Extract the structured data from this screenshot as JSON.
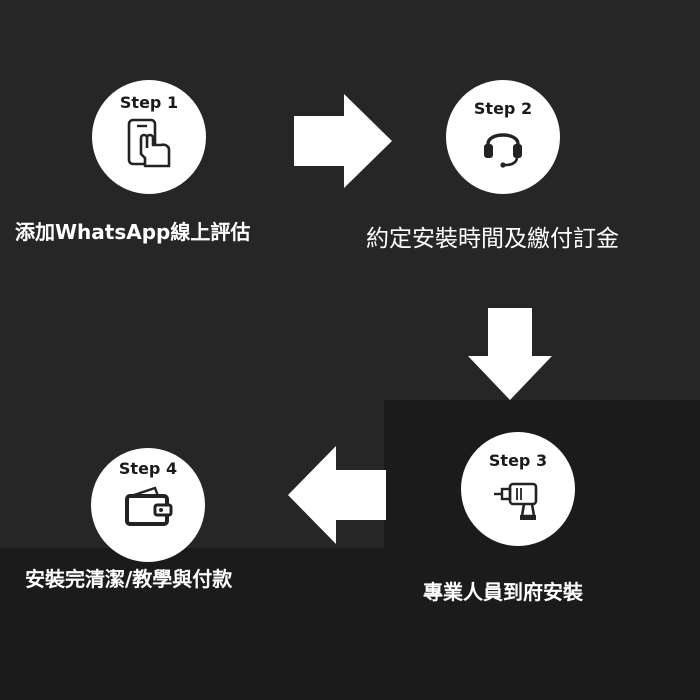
{
  "steps": [
    {
      "label": "Step 1",
      "caption": "添加WhatsApp線上評估",
      "icon": "phone-tap-icon"
    },
    {
      "label": "Step 2",
      "caption": "約定安裝時間及繳付訂金",
      "icon": "headset-icon"
    },
    {
      "label": "Step 3",
      "caption": "專業人員到府安裝",
      "icon": "drill-icon"
    },
    {
      "label": "Step 4",
      "caption": "安裝完清潔/教學與付款",
      "icon": "wallet-icon"
    }
  ],
  "colors": {
    "background": "#262626",
    "panel": "#1b1b1b",
    "circle": "#ffffff",
    "text": "#ffffff"
  }
}
